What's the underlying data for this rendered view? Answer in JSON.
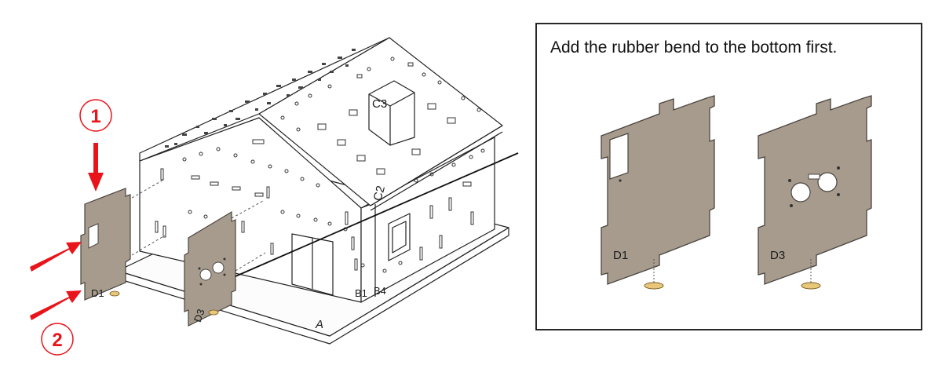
{
  "instruction": "Add the rubber bend to the bottom first.",
  "steps": [
    "1",
    "2"
  ],
  "parts": {
    "a": "A",
    "b1": "B1",
    "b4": "B4",
    "c2": "C2",
    "c3": "C3",
    "d1": "D1",
    "d3": "D3"
  },
  "colors": {
    "panel": "#a69b8c",
    "panel_edge": "#4a4540",
    "arrow": "#e8141a",
    "rubber": "#e8c77a",
    "outline": "#222222"
  },
  "icons": [
    "arrow-down-icon",
    "arrow-diagonal-icon"
  ]
}
